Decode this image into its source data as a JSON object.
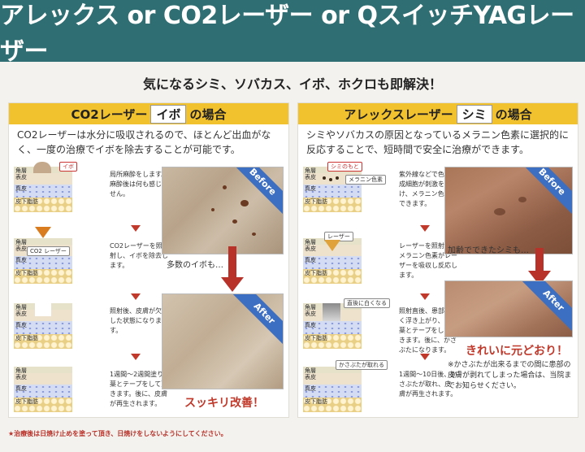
{
  "header": {
    "title": "アレックス or CO2レーザー or QスイッチYAGレーザー"
  },
  "subtitle": "気になるシミ、ソバカス、イボ、ホクロも即解決！",
  "left": {
    "title_pre": "CO2レーザー",
    "title_box": "イボ",
    "title_post": "の場合",
    "desc": "CO2レーザーは水分に吸収されるので、ほとんど出血がなく、一度の治療でイボを除去することが可能です。",
    "layers": [
      "角層",
      "表皮",
      "真皮",
      "皮下脂肪"
    ],
    "tags": [
      "イボ",
      "CO2 レーザー"
    ],
    "steps": [
      "局所麻酔をします。麻酔後は何も感じません。",
      "CO2レーザーを照射し、イボを除去します。",
      "照射後、皮膚が欠損した状態になります。",
      "1週間〜2週間塗り薬とテープをして頂きます。後に、皮膚が再生されます。"
    ],
    "before_label": "Before",
    "after_label": "After",
    "before_caption": "多数のイボも…",
    "result": "スッキリ改善！"
  },
  "right": {
    "title_pre": "アレックスレーザー",
    "title_box": "シミ",
    "title_post": "の場合",
    "desc": "シミやソバカスの原因となっているメラニン色素に選択的に反応することで、短時間で安全に治療ができます。",
    "layers": [
      "角層",
      "表皮",
      "真皮",
      "皮下脂肪"
    ],
    "tags": [
      "シミのもと",
      "メラニン色素",
      "レーザー",
      "直後に白くなる",
      "かさぶたが取れる"
    ],
    "steps": [
      "紫外線などで色素形成細胞が刺激を受け、メラニン色素ができます。",
      "レーザーを照射時、メラニン色素がレーザーを吸収し反応します。",
      "照射直後、患部が白く浮き上がり、塗り薬とテープをして頂きます。後に、かさぶたになります。",
      "1週間〜10日後、かさぶたが取れ、皮膚が再生されます。"
    ],
    "before_label": "Before",
    "after_label": "After",
    "before_caption": "加齢でできたシミも…",
    "result": "きれいに元どおり！",
    "note": "※かさぶたが出来るまでの間に患部の皮膚が剥れてしまった場合は、当院までお知らせください。"
  },
  "footer": "★治療後は日焼け止めを塗って頂き、日焼けをしないようにしてください。"
}
